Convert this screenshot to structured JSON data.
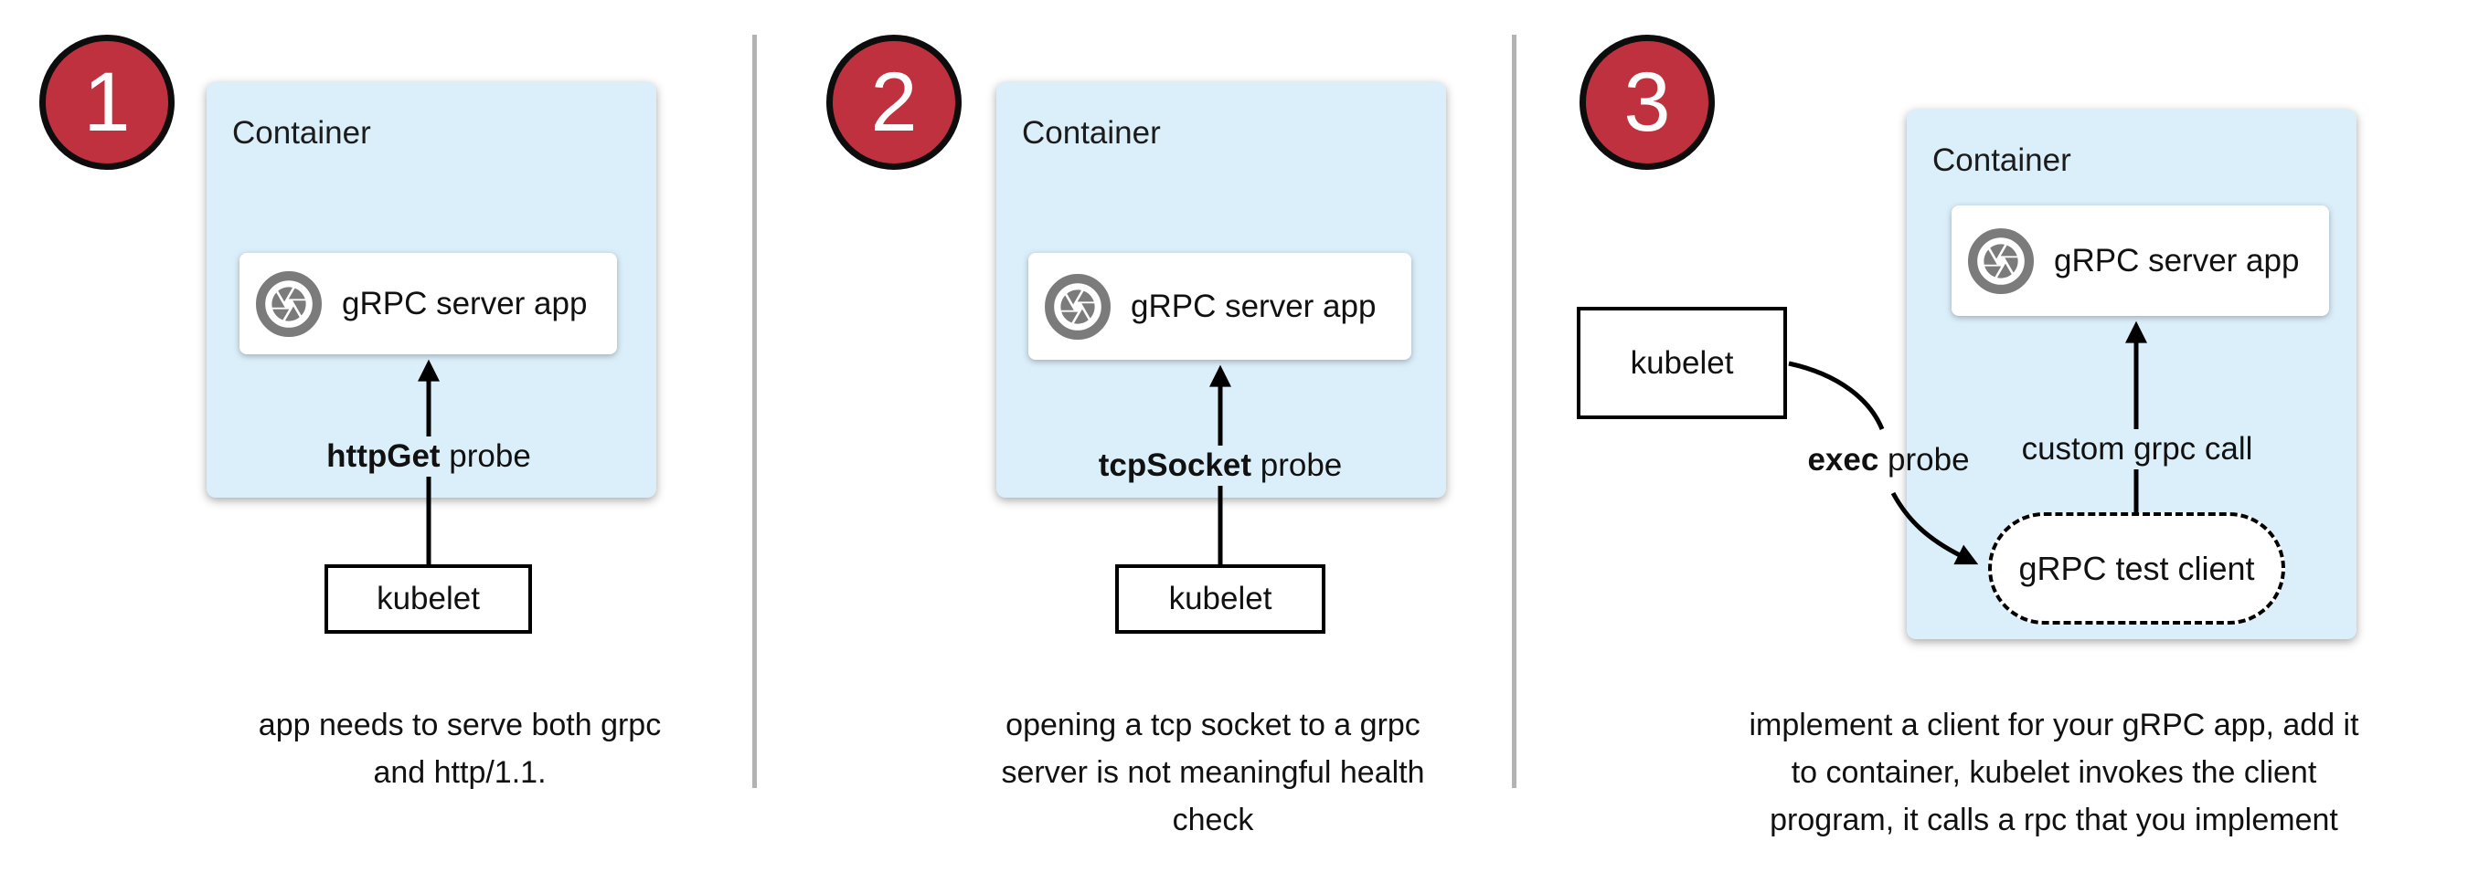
{
  "colors": {
    "container_fill": "#dbeffa",
    "badge_red": "#c0313f",
    "badge_number_color": "#ffffff",
    "icon_gray": "#7b7b7b",
    "divider_gray": "#b3b3b3",
    "arrow_black": "#000000"
  },
  "panels": [
    {
      "badge": "1",
      "container_title": "Container",
      "app_label": "gRPC server app",
      "probe_label_bold": "httpGet",
      "probe_label_rest": " probe",
      "kubelet_label": "kubelet",
      "caption_lines": [
        "app needs to serve both grpc",
        "and http/1.1."
      ]
    },
    {
      "badge": "2",
      "container_title": "Container",
      "app_label": "gRPC server app",
      "probe_label_bold": "tcpSocket",
      "probe_label_rest": " probe",
      "kubelet_label": "kubelet",
      "caption_lines": [
        "opening a tcp socket to a grpc",
        "server is not meaningful health",
        "check"
      ]
    },
    {
      "badge": "3",
      "container_title": "Container",
      "app_label": "gRPC server app",
      "probe_label_bold": "exec",
      "probe_label_rest": " probe",
      "kubelet_label": "kubelet",
      "grpc_call_label": "custom grpc call",
      "test_client_label": "gRPC test client",
      "caption_lines": [
        "implement a client for your gRPC app, add it",
        "to container, kubelet invokes the client",
        "program, it calls a rpc that you implement"
      ]
    }
  ]
}
